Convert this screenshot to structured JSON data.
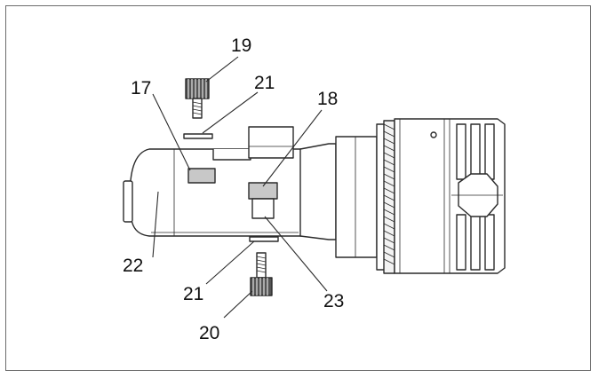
{
  "diagram": {
    "callouts": {
      "c17": "17",
      "c18": "18",
      "c19": "19",
      "c20": "20",
      "c21_top": "21",
      "c21_bottom": "21",
      "c22": "22",
      "c23": "23"
    },
    "colors": {
      "line": "#2a2a2a",
      "fill": "#ffffff",
      "accent": "#c8c8c8",
      "frame": "#6b6b6b"
    }
  }
}
